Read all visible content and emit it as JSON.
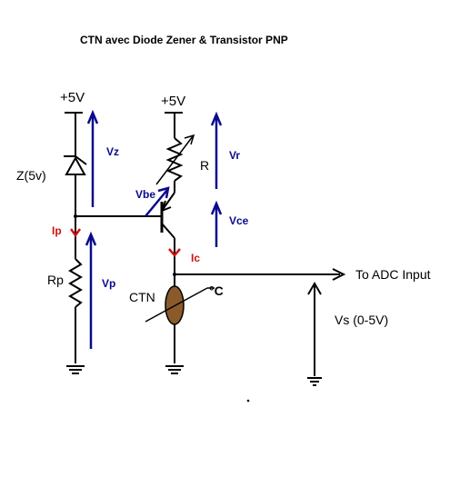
{
  "title": "CTN avec  Diode Zener & Transistor PNP",
  "labels": {
    "supply_left": "+5V",
    "supply_right": "+5V",
    "vz": "Vz",
    "vr": "Vr",
    "r": "R",
    "zener": "Z(5v)",
    "vbe": "Vbe",
    "vce": "Vce",
    "ip": "Ip",
    "ic": "Ic",
    "rp": "Rp",
    "vp": "Vp",
    "ctn": "CTN",
    "temp": "°C",
    "adc": "To ADC Input",
    "vs": "Vs (0-5V)"
  },
  "colors": {
    "wire": "#000000",
    "voltage_arrow": "#0a0a8c",
    "current": "#d01010",
    "thermistor": "#8b5a2b"
  }
}
